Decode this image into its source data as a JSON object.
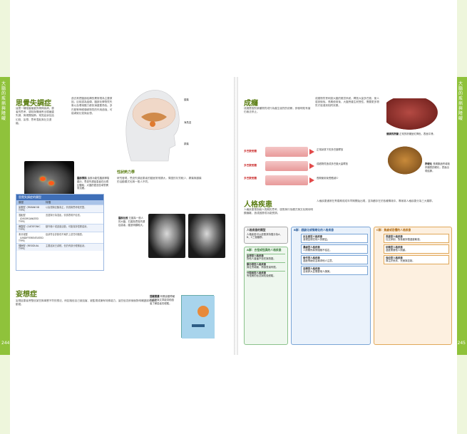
{
  "sidebar": {
    "left_tab": "大腦的疾病與障礙",
    "right_tab": "大腦的疾病與障礙",
    "left_page": "244",
    "right_page": "245"
  },
  "colors": {
    "accent_green": "#8fc23b",
    "heading_green": "#5a7d12",
    "table_blue": "#3f6fb8"
  },
  "left": {
    "section1_title": "思覺失調症",
    "section1_intro": "這是一種相當嚴重的精神疾病，患者的思考、感知與情緒會出現嚴重失調，與現實脫節。常見症狀包括幻覺、妄想、思考混亂與社交退縮。",
    "section1_body": "過去常把腦部結構的異常視為主要原因，目前認為遺傳、腦部化學物質失衡以及環境壓力都扮演重要角色。多巴胺等神經傳導物質的作用過強，可能導致幻覺與妄想。",
    "head_caption_1": "額葉",
    "head_caption_2": "海馬迴",
    "head_caption_3": "顳葉",
    "mri_caption_title": "腦部掃描",
    "mri_caption": "這張功能性腦部掃描顯示，思覺失調症患者在出現幻聽時，大腦的語言區域會異常活躍。",
    "mid_title": "性狀熱力學",
    "mid_body": "研究發現，思覺失調症患者的腦室常常擴大，周圍的灰質較少，顳葉與額葉的活動模式也與一般人不同。",
    "table": {
      "title": "思覺失調症的類型",
      "headers": [
        "類型",
        "特徵"
      ],
      "rows": [
        [
          "妄想型（PARANOID TYPE）",
          "以妄想與幻聽為主，情感與思考較完整。"
        ],
        [
          "混亂型（DISORGANIZED TYPE）",
          "言語與行為混亂，情感表現不恰當。"
        ],
        [
          "僵直型（CATATONIC TYPE）",
          "動作極少或過度活動，可能保持怪異姿勢。"
        ],
        [
          "未分化型（UNDIFFERENTIATED TYPE）",
          "症狀符合診斷但不屬於上述任何類型。"
        ],
        [
          "殘餘型（RESIDUAL TYPE）",
          "主要症狀已減輕，但仍有部分輕微症狀。"
        ]
      ]
    },
    "mri_pair_caption_title": "腦部比較",
    "mri_pair_caption": "左圖為一般人的大腦，右圖為思覺失調症患者，腦室明顯較大。",
    "section2_title": "妄想症",
    "section2_body": "妄想症患者會堅信某些與事實不符的想法，例如相信自己被迫害、被監視或擁有特殊能力。這些信念即使面對明確證據也難以動搖。",
    "book_caption_title": "提醒閱讀",
    "book_caption": "有關這類障礙的書籍與文章能幫助讀者了解患者的經驗。"
  },
  "right": {
    "section1_title": "成癮",
    "section1_intro": "成癮是指對某種物質或行為產生強烈的依賴，即使明知有害仍無法停止。",
    "section1_body": "成癮物質會刺激大腦的獎賞系統，釋放大量多巴胺，使人感到愉悅。長期使用後，大腦會產生耐受性，需要更多物質才能達到相同效果。",
    "receptor_labels": [
      "多巴胺受體",
      "多巴胺受體",
      "多巴胺受體"
    ],
    "receptor_notes": [
      "正常狀態下的多巴胺釋放",
      "成癮物質造成多巴胺大量釋放",
      "長期使用後受體減少"
    ],
    "liver_caption_title": "健康的肝臟",
    "liver_caption": "正常的肝臟呈紅褐色，表面平滑。",
    "liver2_caption_title": "肝硬化",
    "liver2_caption": "長期酗酒會導致肝臟受損硬化，表面出現結節。",
    "section2_title": "人格疾患",
    "section2_intro": "人格疾患是指個人長期的思考、感受與行為模式與文化期待明顯偏離，造成困擾或功能受損。",
    "section2_body": "人格疾患通常在青春期或成年早期開始出現，並持續存在於各種情境中。專家將人格疾患分為三大類群。",
    "cluster_intro_title": "人格疾患的類型",
    "cluster_intro": "人格疾患可以依照其特徵分為A、B、C三個類群。",
    "cluster_a_title": "A群：古怪或怪異的人格疾患",
    "cluster_a": [
      {
        "name": "妄想型人格疾患",
        "desc": "對他人普遍不信任與猜疑。"
      },
      {
        "name": "類分裂型人格疾患",
        "desc": "與社會疏離，情感表達有限。"
      },
      {
        "name": "分裂病型人格疾患",
        "desc": "有怪異的信念與知覺經驗。"
      }
    ],
    "cluster_b_title": "B群：戲劇化或情緒化的人格疾患",
    "cluster_b": [
      {
        "name": "反社會型人格疾患",
        "desc": "漠視並侵犯他人的權益。"
      },
      {
        "name": "邊緣型人格疾患",
        "desc": "人際關係與情緒極不穩定。"
      },
      {
        "name": "做作型人格疾患",
        "desc": "過度情緒化並尋求他人注意。"
      },
      {
        "name": "自戀型人格疾患",
        "desc": "自我誇大並需要他人讚美。"
      }
    ],
    "cluster_c_title": "C群：焦慮或恐懼的人格疾患",
    "cluster_c": [
      {
        "name": "畏避型人格疾患",
        "desc": "社交抑制，對負面評價過度敏感。"
      },
      {
        "name": "依賴型人格疾患",
        "desc": "過度需要他人照顧。"
      },
      {
        "name": "強迫型人格疾患",
        "desc": "專注於秩序、完美與控制。"
      }
    ]
  }
}
